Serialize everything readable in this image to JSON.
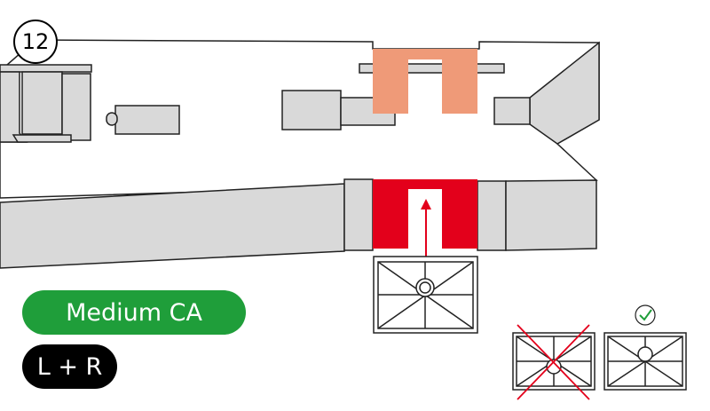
{
  "step": {
    "number": "12"
  },
  "labels": {
    "trim": "Medium CA",
    "side": "L + R"
  },
  "colors": {
    "part_fill": "#d9d9d9",
    "outline": "#222222",
    "clip_active": "#e3001b",
    "clip_ghost": "#ef9a78",
    "trim_badge": "#1f9e3a",
    "side_badge": "#000000",
    "correct_mark": "#1f9e3a",
    "wrong_mark": "#e3001b"
  },
  "icons": {
    "step": "step-number-badge",
    "insert_arrow": "arrow-up-icon",
    "correct": "check-circle-icon",
    "wrong": "red-x-icon"
  }
}
